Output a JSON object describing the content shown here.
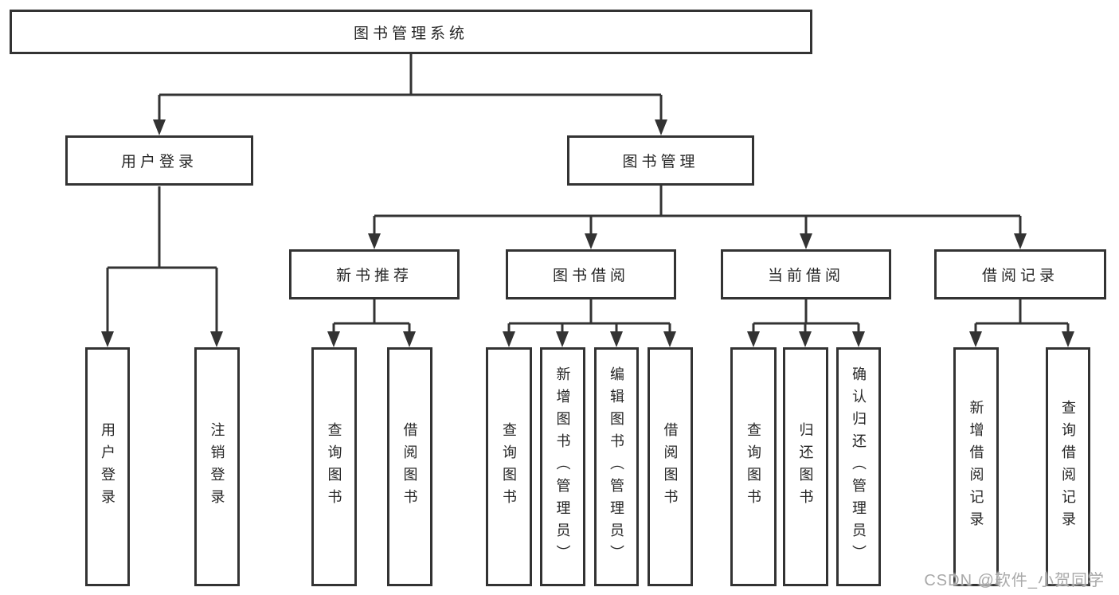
{
  "watermark": {
    "text": "CSDN @软件_小贺同学"
  },
  "colors": {
    "line": "#333333",
    "box_border": "#333333",
    "text": "#262626",
    "watermark": "#a9a9a9",
    "background": "#ffffff"
  },
  "tree": {
    "label": "图书管理系统",
    "children": [
      {
        "label": "用户登录",
        "children": [
          {
            "label": "用户登录"
          },
          {
            "label": "注销登录"
          }
        ]
      },
      {
        "label": "图书管理",
        "children": [
          {
            "label": "新书推荐",
            "children": [
              {
                "label": "查询图书"
              },
              {
                "label": "借阅图书"
              }
            ]
          },
          {
            "label": "图书借阅",
            "children": [
              {
                "label": "查询图书"
              },
              {
                "label": "新增图书（管理员）"
              },
              {
                "label": "编辑图书（管理员）"
              },
              {
                "label": "借阅图书"
              }
            ]
          },
          {
            "label": "当前借阅",
            "children": [
              {
                "label": "查询图书"
              },
              {
                "label": "归还图书"
              },
              {
                "label": "确认归还（管理员）"
              }
            ]
          },
          {
            "label": "借阅记录",
            "children": [
              {
                "label": "新增借阅记录"
              },
              {
                "label": "查询借阅记录"
              }
            ]
          }
        ]
      }
    ]
  }
}
